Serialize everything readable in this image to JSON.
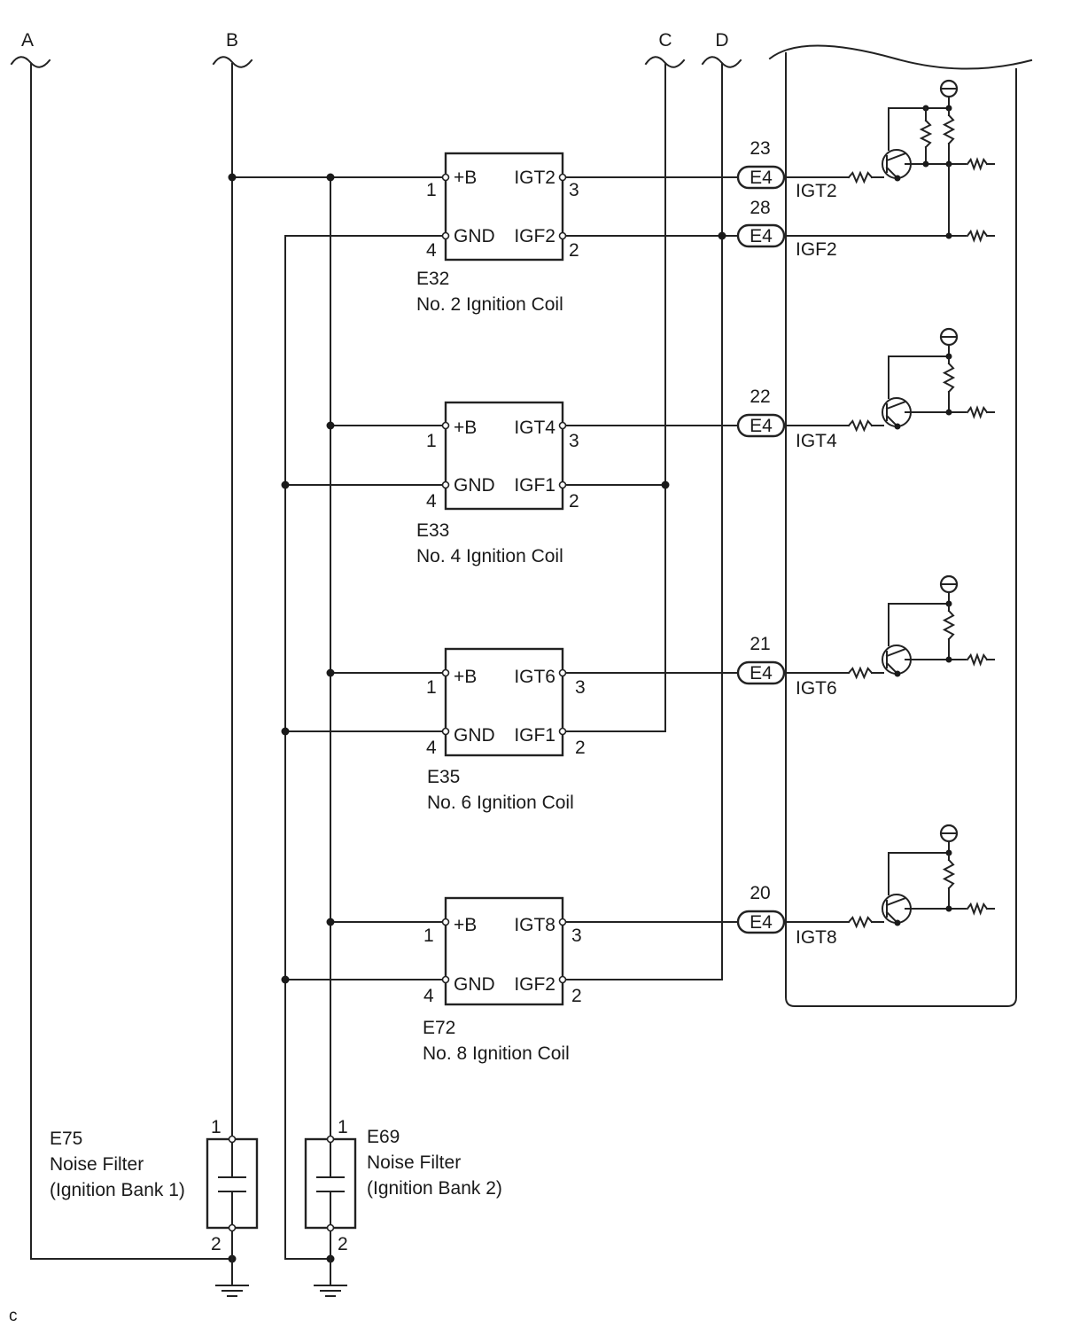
{
  "wire_labels": [
    "A",
    "B",
    "C",
    "D"
  ],
  "coils": [
    {
      "id": "E32",
      "name": "No. 2 Ignition Coil",
      "pin_pb": "+B",
      "pin_igt": "IGT2",
      "pin_gnd": "GND",
      "pin_igf": "IGF2",
      "n1": "1",
      "n3": "3",
      "n4": "4",
      "n2": "2"
    },
    {
      "id": "E33",
      "name": "No. 4 Ignition Coil",
      "pin_pb": "+B",
      "pin_igt": "IGT4",
      "pin_gnd": "GND",
      "pin_igf": "IGF1",
      "n1": "1",
      "n3": "3",
      "n4": "4",
      "n2": "2"
    },
    {
      "id": "E35",
      "name": "No. 6 Ignition Coil",
      "pin_pb": "+B",
      "pin_igt": "IGT6",
      "pin_gnd": "GND",
      "pin_igf": "IGF1",
      "n1": "1",
      "n3": "3",
      "n4": "4",
      "n2": "2"
    },
    {
      "id": "E72",
      "name": "No. 8 Ignition Coil",
      "pin_pb": "+B",
      "pin_igt": "IGT8",
      "pin_gnd": "GND",
      "pin_igf": "IGF2",
      "n1": "1",
      "n3": "3",
      "n4": "4",
      "n2": "2"
    }
  ],
  "ecm_terminals": [
    {
      "num": "23",
      "conn": "E4",
      "signal": "IGT2"
    },
    {
      "num": "28",
      "conn": "E4",
      "signal": "IGF2"
    },
    {
      "num": "22",
      "conn": "E4",
      "signal": "IGT4"
    },
    {
      "num": "21",
      "conn": "E4",
      "signal": "IGT6"
    },
    {
      "num": "20",
      "conn": "E4",
      "signal": "IGT8"
    }
  ],
  "noise_filters": [
    {
      "id": "E75",
      "name": "Noise Filter",
      "bank": "(Ignition Bank 1)",
      "pin_top": "1",
      "pin_bottom": "2"
    },
    {
      "id": "E69",
      "name": "Noise Filter",
      "bank": "(Ignition Bank 2)",
      "pin_top": "1",
      "pin_bottom": "2"
    }
  ],
  "footer_mark": "c"
}
